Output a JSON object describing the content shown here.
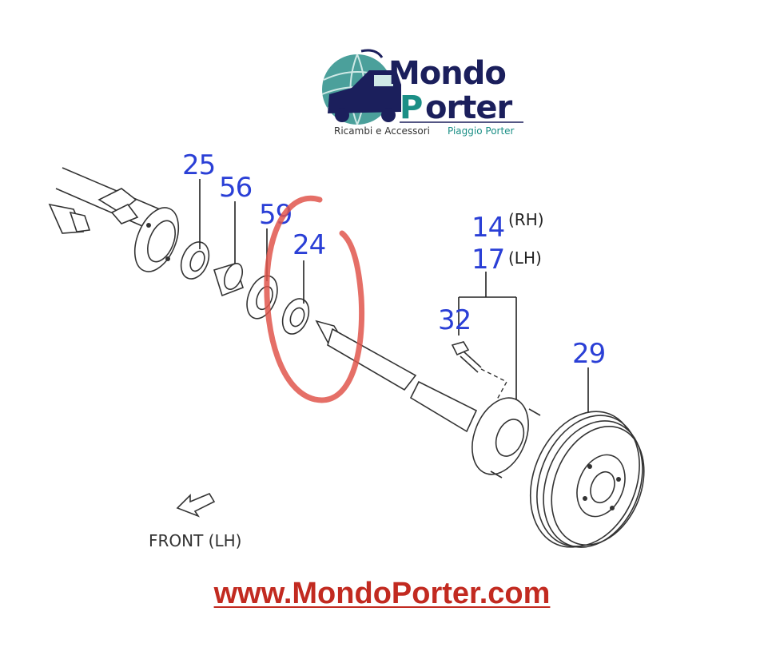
{
  "logo": {
    "word1": "Mondo",
    "word2_initial": "P",
    "word2_rest": "orter",
    "tagline_left": "Ricambi e Accessori",
    "tagline_right": "Piaggio Porter"
  },
  "callouts": {
    "c25": "25",
    "c56": "56",
    "c59": "59",
    "c24": "24",
    "c14": "14",
    "c14_side": "(RH)",
    "c17": "17",
    "c17_side": "(LH)",
    "c32": "32",
    "c29": "29"
  },
  "front_label": "FRONT (LH)",
  "website_url": "www.MondoPorter.com",
  "colors": {
    "callout": "#2a3fd6",
    "highlight": "#e0564c",
    "url": "#c22a20",
    "logo_navy": "#1b1f5c",
    "logo_teal": "#1b8f86"
  }
}
